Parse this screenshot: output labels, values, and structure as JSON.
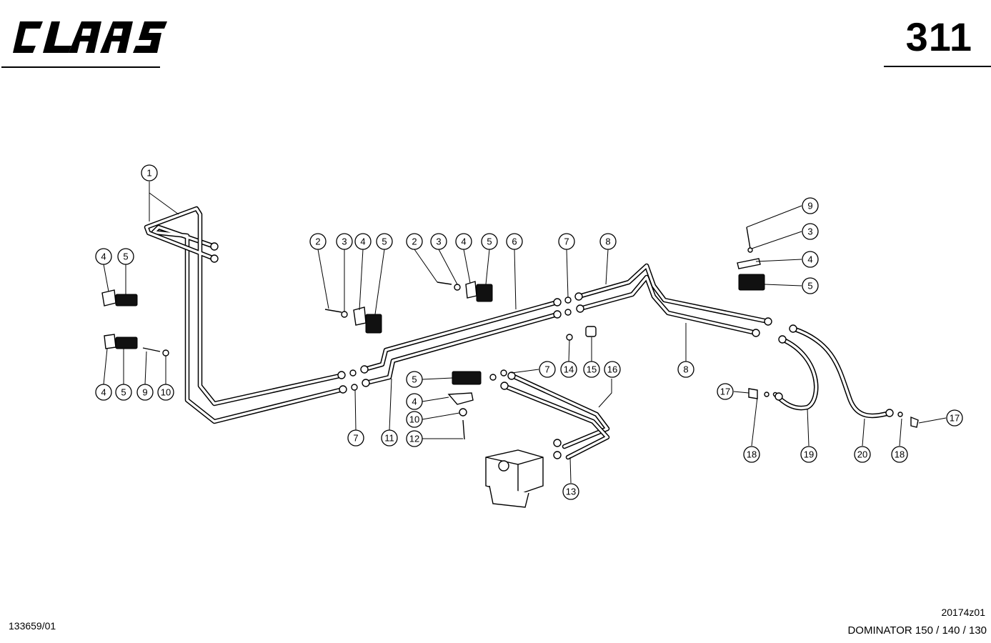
{
  "header": {
    "brand": "CLAAS",
    "page_number": "311"
  },
  "footer": {
    "drawing_id": "133659/01",
    "ref_code": "20174z01",
    "model": "DOMINATOR 150 / 140 / 130"
  },
  "callouts": [
    {
      "id": "c1",
      "label": "1"
    },
    {
      "id": "c2a",
      "label": "4"
    },
    {
      "id": "c2b",
      "label": "5"
    },
    {
      "id": "c3a",
      "label": "4"
    },
    {
      "id": "c3b",
      "label": "5"
    },
    {
      "id": "c3c",
      "label": "9"
    },
    {
      "id": "c3d",
      "label": "10"
    },
    {
      "id": "c4a",
      "label": "2"
    },
    {
      "id": "c4b",
      "label": "3"
    },
    {
      "id": "c4c",
      "label": "4"
    },
    {
      "id": "c4d",
      "label": "5"
    },
    {
      "id": "c5a",
      "label": "2"
    },
    {
      "id": "c5b",
      "label": "3"
    },
    {
      "id": "c5c",
      "label": "4"
    },
    {
      "id": "c5d",
      "label": "5"
    },
    {
      "id": "c6",
      "label": "6"
    },
    {
      "id": "c7a",
      "label": "7"
    },
    {
      "id": "c8a",
      "label": "8"
    },
    {
      "id": "c9a",
      "label": "9"
    },
    {
      "id": "c9b",
      "label": "3"
    },
    {
      "id": "c9c",
      "label": "4"
    },
    {
      "id": "c9d",
      "label": "5"
    },
    {
      "id": "c7b",
      "label": "7"
    },
    {
      "id": "c11",
      "label": "11"
    },
    {
      "id": "c7c",
      "label": "7"
    },
    {
      "id": "c14",
      "label": "14"
    },
    {
      "id": "c15",
      "label": "15"
    },
    {
      "id": "c16",
      "label": "16"
    },
    {
      "id": "c8b",
      "label": "8"
    },
    {
      "id": "c10a",
      "label": "5"
    },
    {
      "id": "c10b",
      "label": "4"
    },
    {
      "id": "c10c",
      "label": "10"
    },
    {
      "id": "c10d",
      "label": "12"
    },
    {
      "id": "c13",
      "label": "13"
    },
    {
      "id": "c17a",
      "label": "17"
    },
    {
      "id": "c18a",
      "label": "18"
    },
    {
      "id": "c19",
      "label": "19"
    },
    {
      "id": "c20",
      "label": "20"
    },
    {
      "id": "c18b",
      "label": "18"
    },
    {
      "id": "c17b",
      "label": "17"
    }
  ]
}
